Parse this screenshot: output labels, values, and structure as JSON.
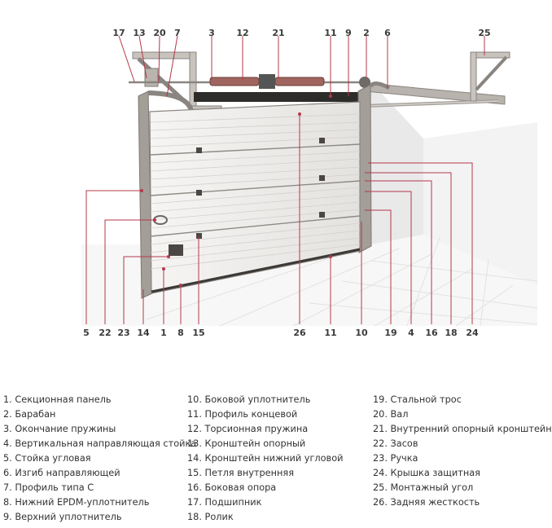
{
  "callouts_top": [
    "17",
    "13",
    "20",
    "7",
    "3",
    "12",
    "21",
    "11",
    "9",
    "2",
    "6",
    "25"
  ],
  "callouts_bottom": [
    "5",
    "22",
    "23",
    "14",
    "1",
    "8",
    "15",
    "26",
    "11",
    "10",
    "19",
    "4",
    "16",
    "18",
    "24"
  ],
  "legend": [
    [
      "1. Секционная панель",
      "2. Барабан",
      "3. Окончание пружины",
      "4. Вертикальная направляющая стойка",
      "5. Стойка угловая",
      "6. Изгиб направляющей",
      "7. Профиль типа С",
      "8. Нижний EPDM-уплотнитель",
      "9. Верхний уплотнитель"
    ],
    [
      "10. Боковой уплотнитель",
      "11. Профиль концевой",
      "12. Торсионная пружина",
      "13. Кронштейн опорный",
      "14. Кронштейн нижний угловой",
      "15. Петля внутренняя",
      "16. Боковая опора",
      "17. Подшипник",
      "18. Ролик"
    ],
    [
      "19. Стальной трос",
      "20. Вал",
      "21. Внутренний опорный кронштейн",
      "22. Засов",
      "23. Ручка",
      "24. Крышка защитная",
      "25. Монтажный угол",
      "26. Задняя жесткость"
    ]
  ],
  "colors": {
    "leader": "#b5384a",
    "frame": "#8a8580",
    "panel": "#f1efed"
  }
}
